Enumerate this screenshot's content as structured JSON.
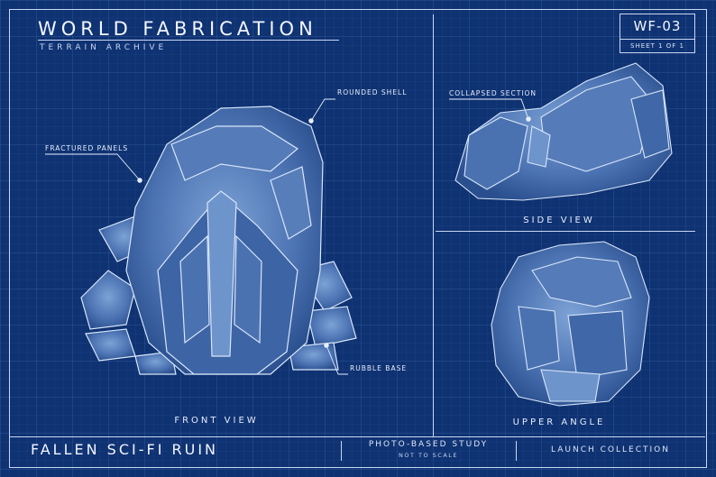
{
  "header": {
    "title": "WORLD FABRICATION",
    "subtitle": "TERRAIN ARCHIVE"
  },
  "id_block": {
    "code": "WF-03",
    "sheet": "SHEET 1 OF 1"
  },
  "views": {
    "front": "FRONT VIEW",
    "side": "SIDE VIEW",
    "upper": "UPPER ANGLE"
  },
  "callouts": {
    "rounded_shell": "ROUNDED SHELL",
    "fractured_panels": "FRACTURED PANELS",
    "rubble_base": "RUBBLE BASE",
    "collapsed_section": "COLLAPSED SECTION"
  },
  "footer": {
    "title": "FALLEN SCI-FI RUIN",
    "study": "PHOTO-BASED STUDY",
    "scale": "NOT TO SCALE",
    "launch": "LAUNCH COLLECTION"
  },
  "colors": {
    "background": "#0f3272",
    "line": "#c9d8f2",
    "model_fill": "#5f86c2"
  }
}
